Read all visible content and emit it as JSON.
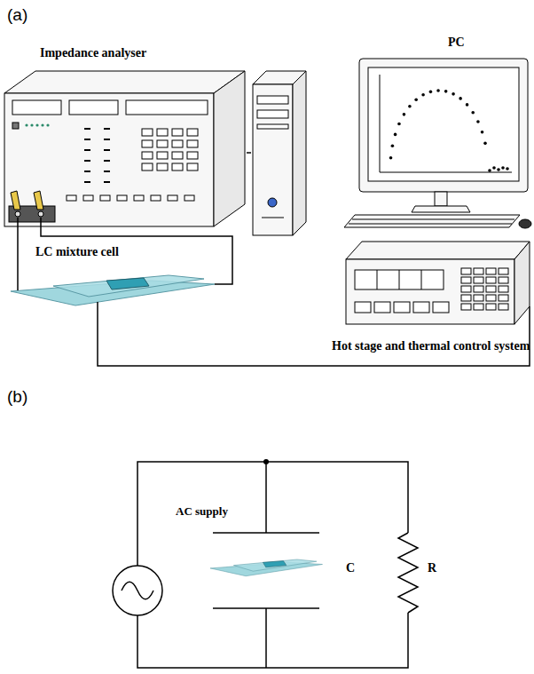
{
  "diagram": {
    "nodes": [
      {
        "text": [
          "Impedance analyser"
        ]
      },
      {
        "text": [
          "PC"
        ]
      },
      {
        "text": [
          "LC mixture cell"
        ]
      },
      {
        "text": [
          "Hot stage and thermal control system"
        ]
      }
    ],
    "edges": [
      {
        "from": 0,
        "to": 1,
        "arrow": "none"
      },
      {
        "from": 0,
        "to": 2,
        "arrow": "none"
      },
      {
        "from": 2,
        "to": 3,
        "arrow": "none"
      }
    ],
    "labels": [
      "(a)",
      "(b)",
      "AC supply",
      "C",
      "R"
    ]
  }
}
